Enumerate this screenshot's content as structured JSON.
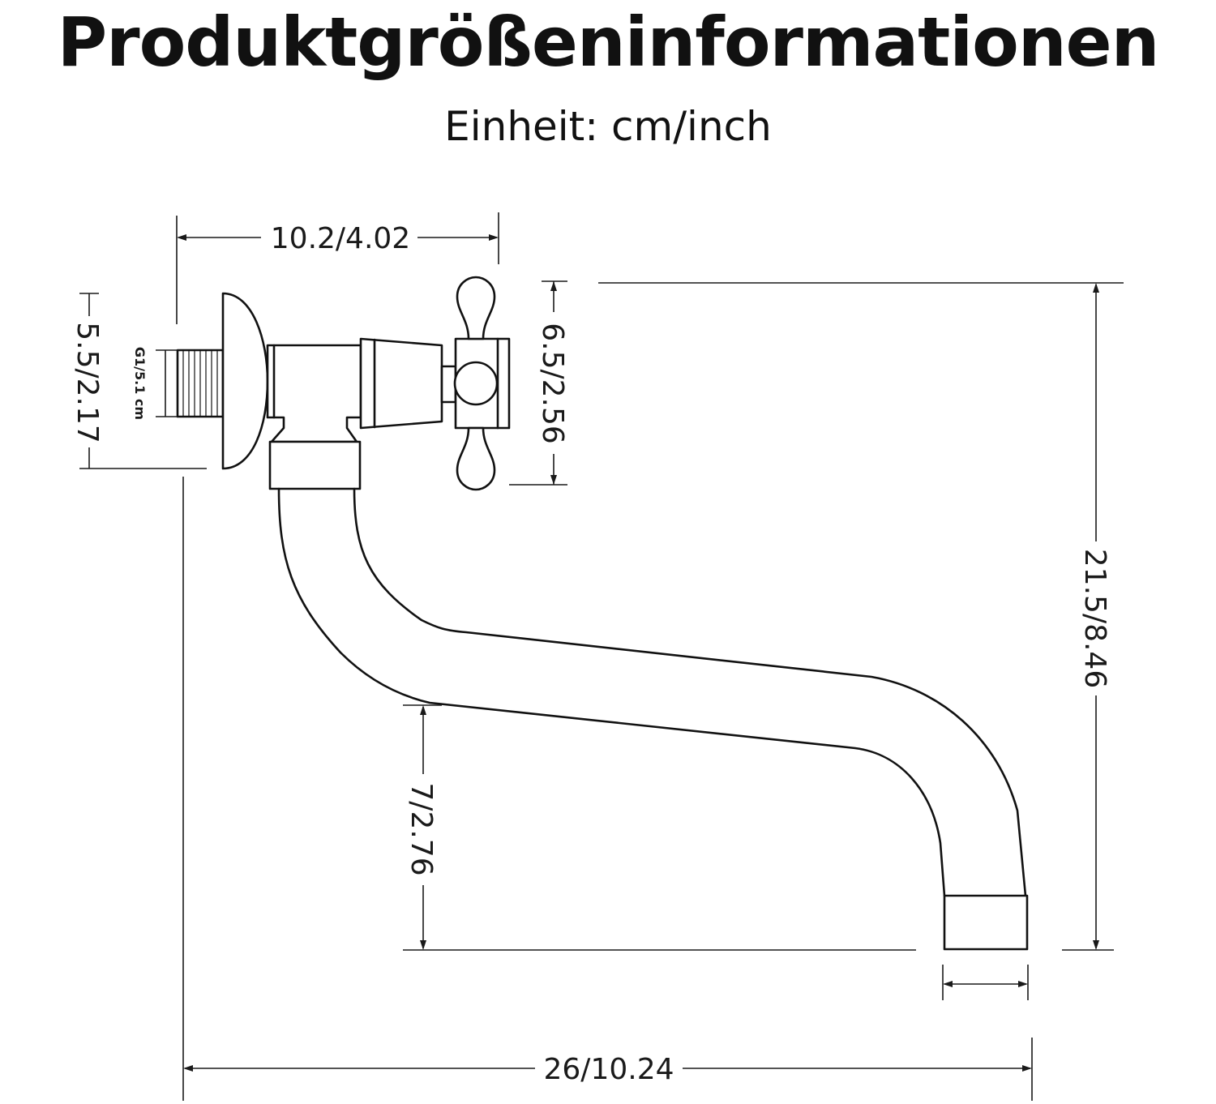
{
  "header": {
    "title": "Produktgrößeninformationen",
    "subtitle": "Einheit: cm/inch"
  },
  "dimensions": {
    "top_width": "10.2/4.02",
    "flange_height": "5.5/2.17",
    "thread": "G1/5.1 cm",
    "handle_height": "6.5/2.56",
    "total_height": "21.5/8.46",
    "spout_drop": "7/2.76",
    "total_length": "26/10.24"
  },
  "colors": {
    "line": "#111111",
    "background": "#ffffff"
  }
}
